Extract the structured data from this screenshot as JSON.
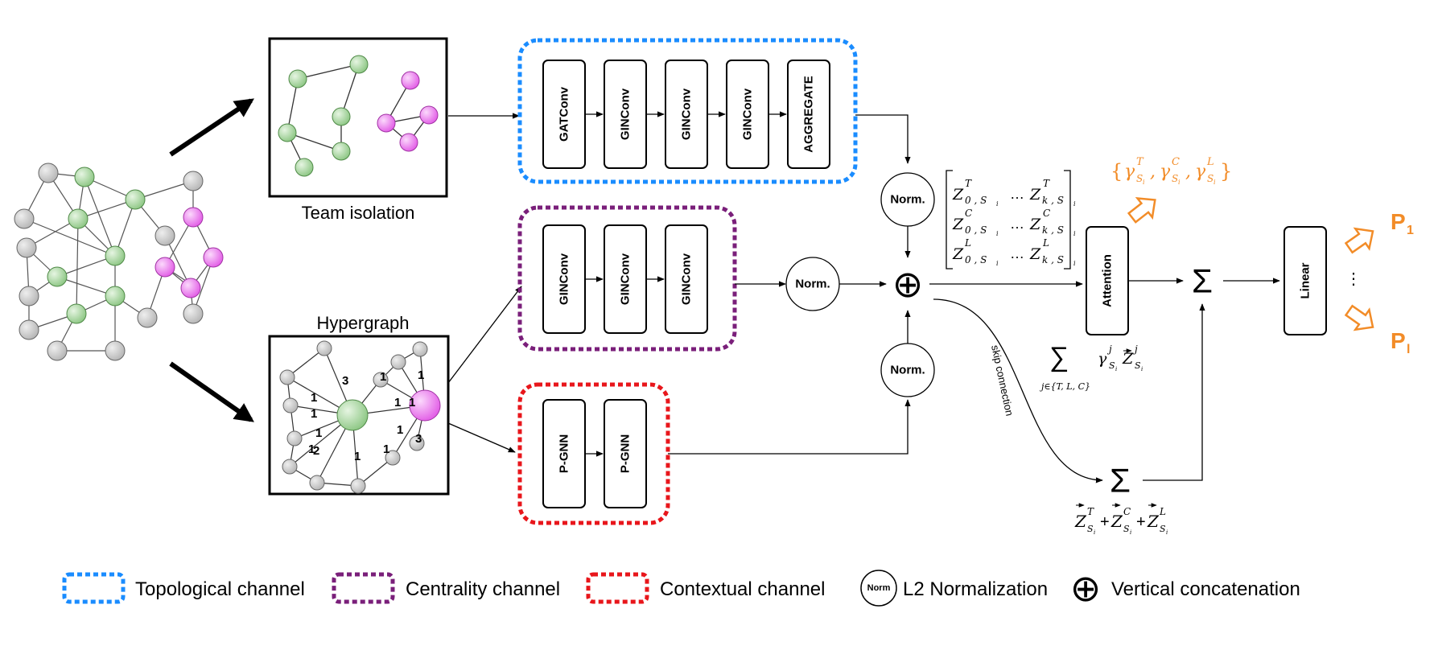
{
  "colors": {
    "topological": "#1a8cff",
    "centrality": "#7a1f7a",
    "contextual": "#e8161b",
    "orange": "#f28c28",
    "green_node": "#a9d6a0",
    "magenta_node": "#ee7cf0",
    "grey_node": "#c8c8c8"
  },
  "panels": {
    "team_isolation": "Team isolation",
    "hypergraph": "Hypergraph"
  },
  "hyperedge_weights": [
    "3",
    "1",
    "1",
    "1",
    "1",
    "1",
    "1",
    "1",
    "1",
    "2",
    "1",
    "1",
    "1",
    "3"
  ],
  "channels": {
    "topological": [
      "GATConv",
      "GINConv",
      "GINConv",
      "GINConv",
      "AGGREGATE"
    ],
    "centrality": [
      "GINConv",
      "GINConv",
      "GINConv"
    ],
    "contextual": [
      "P-GNN",
      "P-GNN"
    ]
  },
  "norm_label": "Norm.",
  "concat_symbol": "⊕",
  "matrix": {
    "rows": [
      {
        "left_base": "Z",
        "left_sup": "T",
        "left_sub": "0 , S",
        "dots": "…",
        "right_base": "Z",
        "right_sup": "T",
        "right_sub": "k , S"
      },
      {
        "left_base": "Z",
        "left_sup": "C",
        "left_sub": "0 , S",
        "dots": "…",
        "right_base": "Z",
        "right_sup": "C",
        "right_sub": "k , S"
      },
      {
        "left_base": "Z",
        "left_sup": "L",
        "left_sub": "0 , S",
        "dots": "…",
        "right_base": "Z",
        "right_sup": "L",
        "right_sub": "k , S"
      }
    ],
    "sub_i": "i"
  },
  "attention_label": "Attention",
  "attention_weights": {
    "open": "{",
    "close": "}",
    "gamma": "γ",
    "sups": [
      "T",
      "C",
      "L"
    ],
    "sub": "S",
    "sub_i": "i",
    "sep": ","
  },
  "sum_symbol": "Σ",
  "attention_formula": {
    "sum": "∑",
    "index": "j∈{T, L, C}",
    "gamma": "γ",
    "gamma_sup": "j",
    "gamma_sub": "S",
    "z": "Z",
    "z_sup": "j",
    "z_sub": "S",
    "sub_i": "i"
  },
  "skip_label": "skip connection",
  "skip_formula": {
    "z": "Z",
    "sups": [
      "T",
      "C",
      "L"
    ],
    "sub": "S",
    "sub_i": "i",
    "plus": "+"
  },
  "linear_label": "Linear",
  "outputs": {
    "p": "P",
    "first_sub": "1",
    "last_sub": "l",
    "dots": "⋮"
  },
  "legend": {
    "topological": "Topological channel",
    "centrality": "Centrality channel",
    "contextual": "Contextual channel",
    "norm_symbol": "Norm",
    "norm": "L2 Normalization",
    "concat_symbol": "⊕",
    "concat": "Vertical concatenation"
  }
}
